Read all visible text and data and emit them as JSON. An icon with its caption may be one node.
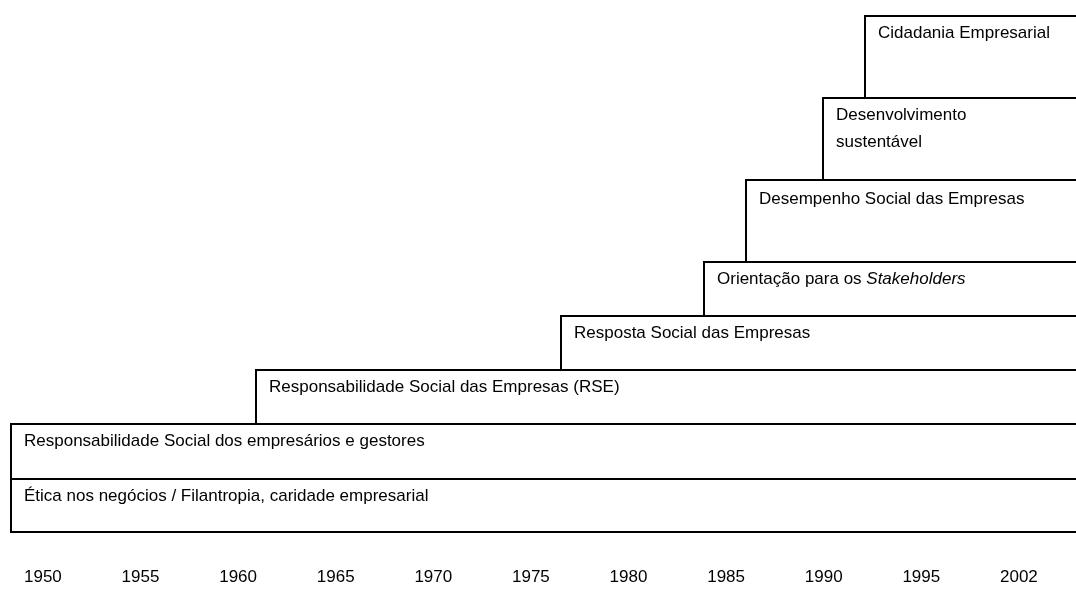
{
  "diagram": {
    "nodes": [
      {
        "text": [
          "Cidadania Empresarial"
        ]
      },
      {
        "text": [
          "Desenvolvimento sustentável"
        ]
      },
      {
        "text": [
          "Desempenho Social das Empresas"
        ]
      },
      {
        "text": [
          "Orientação para os *Stakeholders*"
        ]
      },
      {
        "text": [
          "Resposta Social das Empresas"
        ]
      },
      {
        "text": [
          "Responsabilidade Social das Empresas (RSE)"
        ]
      },
      {
        "text": [
          "Responsabilidade Social dos empresários e gestores"
        ]
      },
      {
        "text": [
          "Ética nos negócios / Filantropia, caridade empresarial"
        ]
      }
    ],
    "labels": [
      "1950",
      "1955",
      "1960",
      "1965",
      "1970",
      "1975",
      "1980",
      "1985",
      "1990",
      "1995",
      "2002"
    ]
  }
}
